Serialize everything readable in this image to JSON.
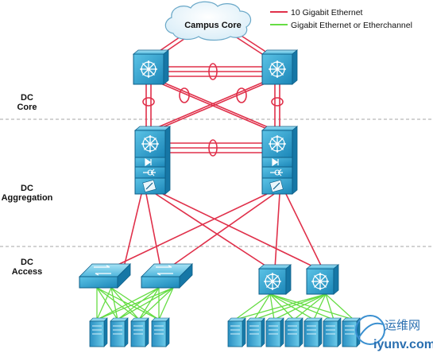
{
  "legend": {
    "ten_gig": "10 Gigabit Ethernet",
    "gig": "Gigabit Ethernet or Etherchannel",
    "ten_gig_color": "#e0304a",
    "gig_color": "#66dd44"
  },
  "cloud": {
    "label": "Campus Core"
  },
  "layers": {
    "core": [
      "DC",
      "Core"
    ],
    "aggregation": [
      "DC",
      "Aggregation"
    ],
    "access": [
      "DC",
      "Access"
    ]
  },
  "watermark": {
    "cn": "运维网",
    "en": "iyunv.com"
  },
  "icons": {
    "core_switch": "multilayer-switch-icon",
    "agg_switch": "multilayer-switch-with-service-modules-icon",
    "access_switch": "layer2-switch-icon",
    "access_mls": "multilayer-switch-icon",
    "server": "server-icon"
  }
}
